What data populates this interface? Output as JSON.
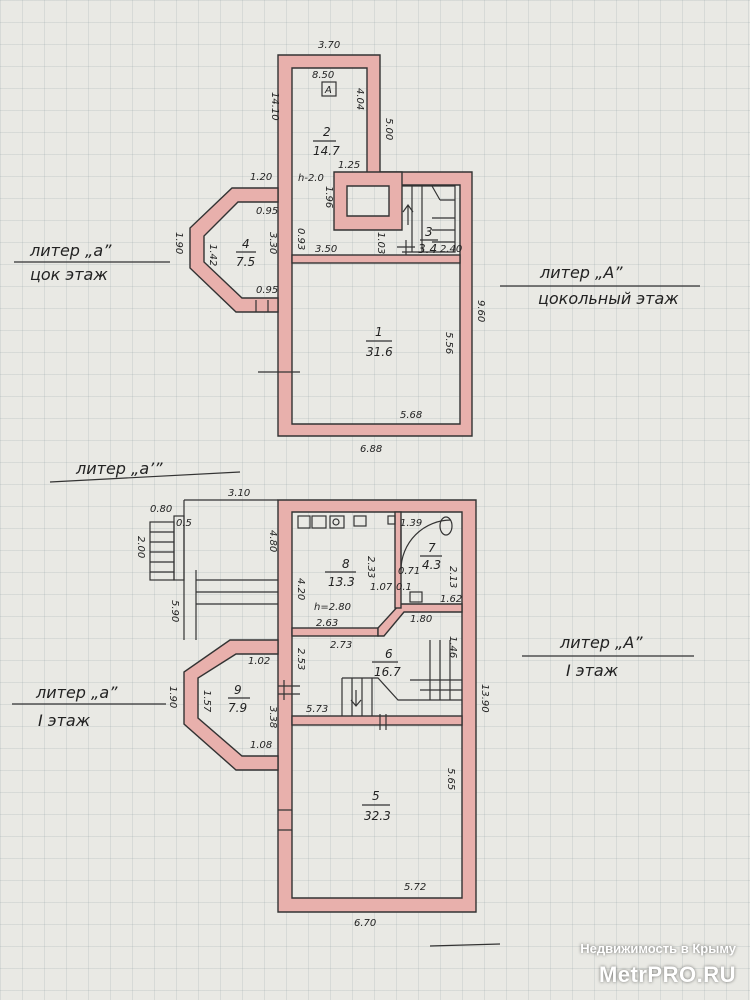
{
  "top_plan": {
    "label_left": {
      "line1": "литер „а”",
      "line2": "цок этаж"
    },
    "label_right": {
      "line1": "литер „А”",
      "line2": "цокольный этаж"
    },
    "dims": {
      "top_width": "3.70",
      "inner_top": "8.50",
      "left_side": "14.10",
      "right_upper": "5.00",
      "inner_right_upper": "4.04",
      "stair_w": "1.25",
      "stair_h": "1.96",
      "height": "h-2.0",
      "annex_top": "1.20",
      "annex_top_inner": "0.95",
      "annex_left": "1.90",
      "annex_inner_left": "1.42",
      "annex_height": "3.30",
      "annex_bottom": "0.95",
      "corridor_left": "0.93",
      "room3_w": "3.50",
      "room3_h": "1.03",
      "room3_inner": "2.40",
      "right_side": "9.60",
      "room1_h": "5.56",
      "room1_w": "5.68",
      "bottom_width": "6.88"
    },
    "rooms": [
      {
        "no": "2",
        "area": "14.7"
      },
      {
        "no": "3",
        "area": "3.4"
      },
      {
        "no": "4",
        "area": "7.5"
      },
      {
        "no": "1",
        "area": "31.6"
      }
    ],
    "marker": "А"
  },
  "bottom_plan": {
    "label_top": "литер „а’”",
    "label_left": {
      "line1": "литер „а”",
      "line2": "I этаж"
    },
    "label_right": {
      "line1": "литер „А”",
      "line2": "I этаж"
    },
    "dims": {
      "top_width": "3.10",
      "porch_w": "0.80",
      "porch_a": "0.5",
      "porch_h": "2.00",
      "left_side": "5.90",
      "veranda_h": "4.80",
      "kitchen_left": "4.20",
      "height": "h=2.80",
      "kitchen_w": "2.63",
      "wc_top": "1.39",
      "wc_a": "2.33",
      "wc_b": "0.71",
      "wc_c": "1.07",
      "wc_d": "0.1",
      "wc_e": "2.13",
      "wc_f": "1.62",
      "wc_g": "1.80",
      "hall_w": "2.73",
      "hall_left": "2.53",
      "stair_h": "1.46",
      "room9_top": "1.02",
      "room9_left": "1.90",
      "room9_inner": "1.57",
      "room9_h": "3.38",
      "room9_bottom": "1.08",
      "hall_bottom": "5.73",
      "right_side": "13.90",
      "room5_h": "5.65",
      "room5_w": "5.72",
      "bottom_width": "6.70"
    },
    "rooms": [
      {
        "no": "8",
        "area": "13.3"
      },
      {
        "no": "7",
        "area": "4.3"
      },
      {
        "no": "6",
        "area": "16.7"
      },
      {
        "no": "9",
        "area": "7.9"
      },
      {
        "no": "5",
        "area": "32.3"
      }
    ]
  },
  "watermark": {
    "line1": "Недвижимость в Крыму",
    "line2": "MetrPRO.RU"
  }
}
